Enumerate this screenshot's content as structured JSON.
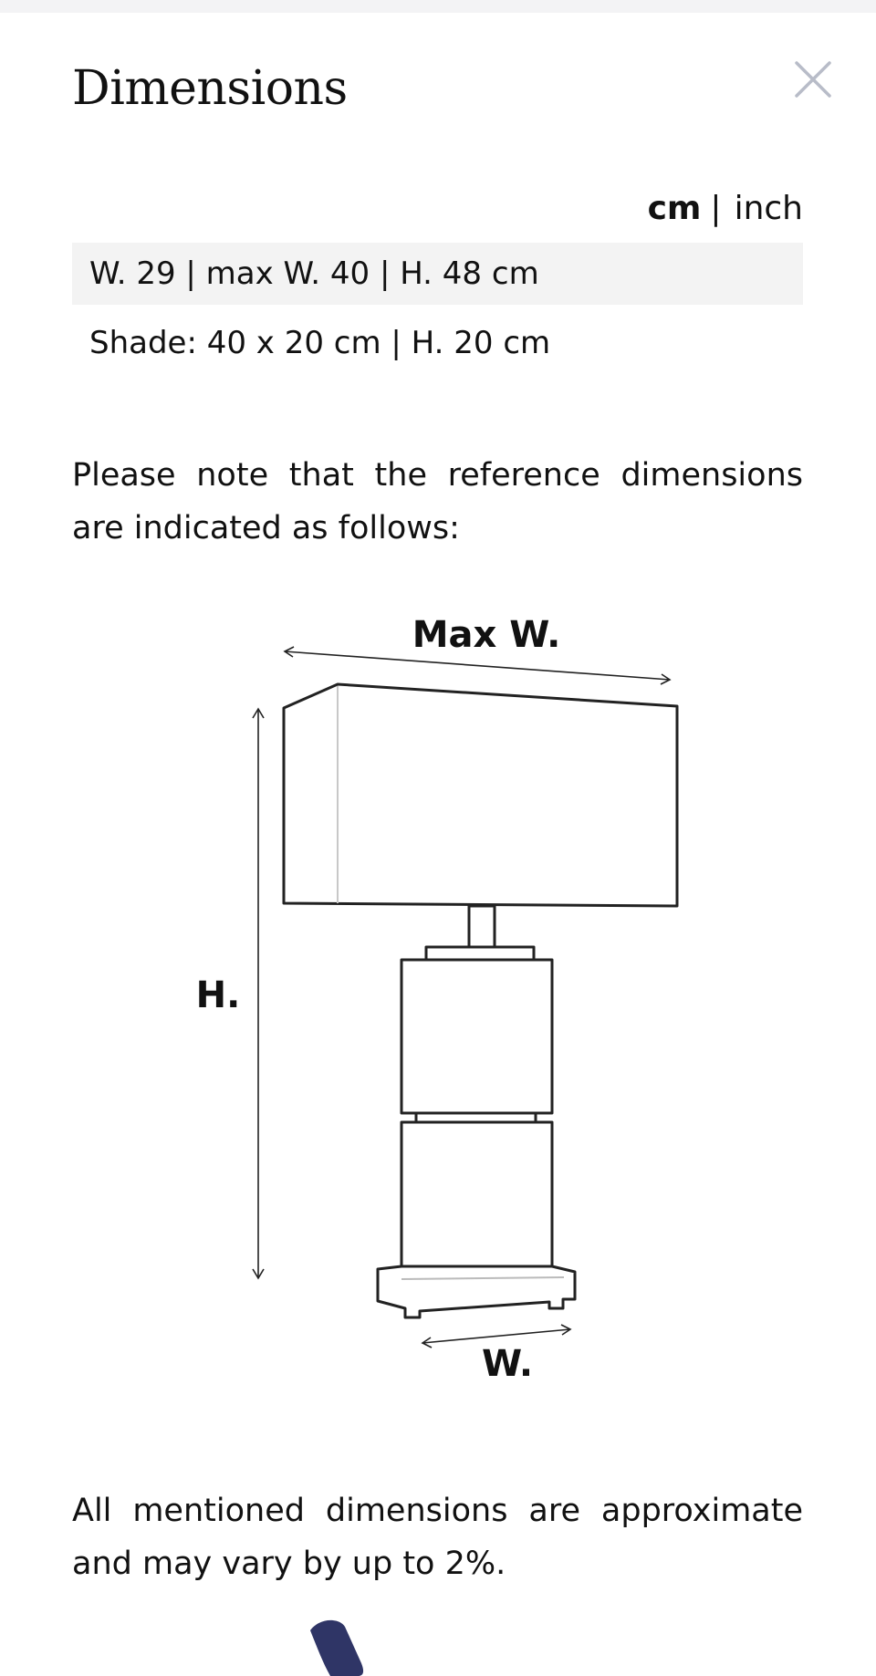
{
  "header": {
    "title": "Dimensions"
  },
  "units": {
    "cm_label": "cm",
    "separator": "|",
    "inch_label": "inch",
    "selected": "cm"
  },
  "dimensions": {
    "main": "W. 29 | max W. 40 | H. 48 cm",
    "shade": "Shade: 40 x 20 cm | H. 20 cm"
  },
  "note_text": "Please note that the reference dimensions are indicated as follows:",
  "diagram": {
    "max_width_label": "Max W.",
    "height_label": "H.",
    "width_label": "W."
  },
  "disclaimer_text": "All mentioned dimensions are approximate and may vary by up to 2%.",
  "colors": {
    "highlight_row": "#f3f3f3",
    "close_icon": "#b8bcc8",
    "text": "#111111",
    "partial_shape": "#2f3566"
  },
  "icons": {
    "close": "close-icon"
  }
}
